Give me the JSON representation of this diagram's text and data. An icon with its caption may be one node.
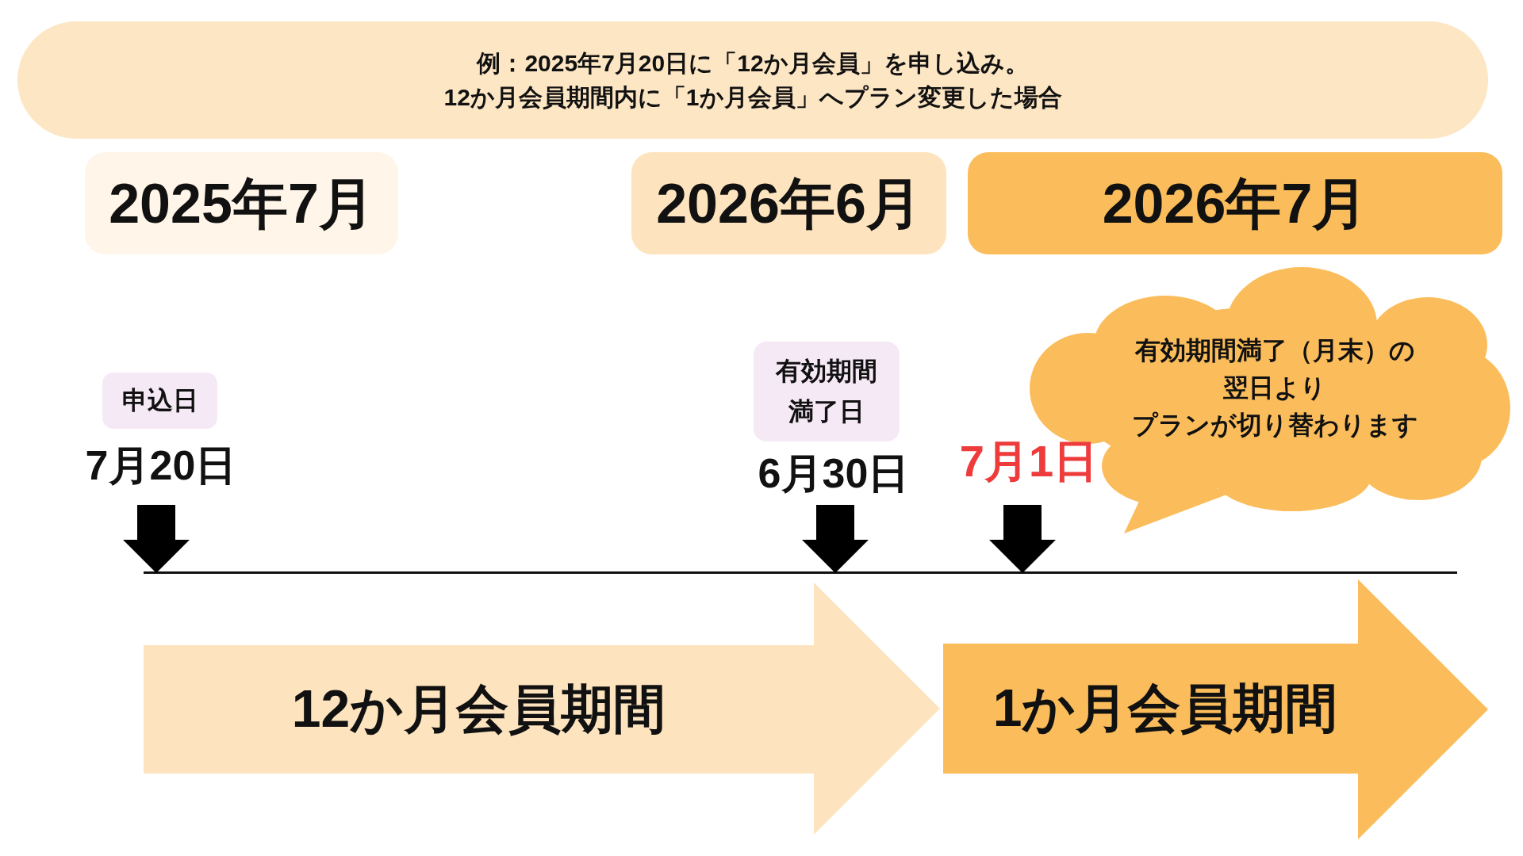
{
  "diagram": {
    "nodes": [
      {
        "text": [
          "例：2025年7月20日に「12か月会員」を申し込み。",
          "12か月会員期間内に「1か月会員」へプラン変更した場合"
        ]
      },
      {
        "text": [
          "2025年7月"
        ]
      },
      {
        "text": [
          "2026年6月"
        ]
      },
      {
        "text": [
          "2026年7月"
        ]
      },
      {
        "text": [
          "申込日"
        ]
      },
      {
        "text": [
          "有効期間満了日"
        ]
      },
      {
        "text": [
          "有効期間満了（月末）の翌日より",
          "プランが切り替わります"
        ]
      },
      {
        "text": [
          "12か月会員期間"
        ]
      },
      {
        "text": [
          "1か月会員期間"
        ]
      }
    ],
    "labels": [
      "7月20日",
      "6月30日",
      "7月1日"
    ]
  }
}
